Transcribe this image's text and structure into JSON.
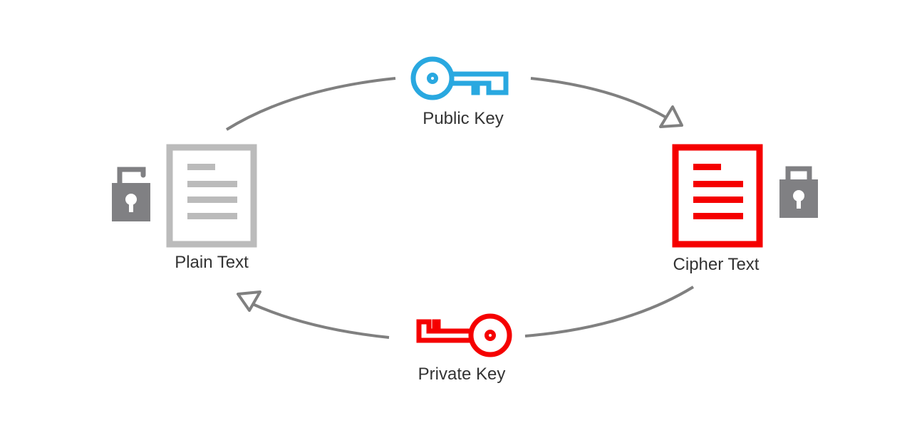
{
  "labels": {
    "public_key": "Public Key",
    "private_key": "Private Key",
    "plain_text": "Plain Text",
    "cipher_text": "Cipher Text"
  },
  "colors": {
    "public_key": "#29a8e0",
    "private_key": "#f50000",
    "cipher_doc": "#f50000",
    "plain_doc": "#bbbbbb",
    "lock": "#808083",
    "arrow": "#808080"
  }
}
